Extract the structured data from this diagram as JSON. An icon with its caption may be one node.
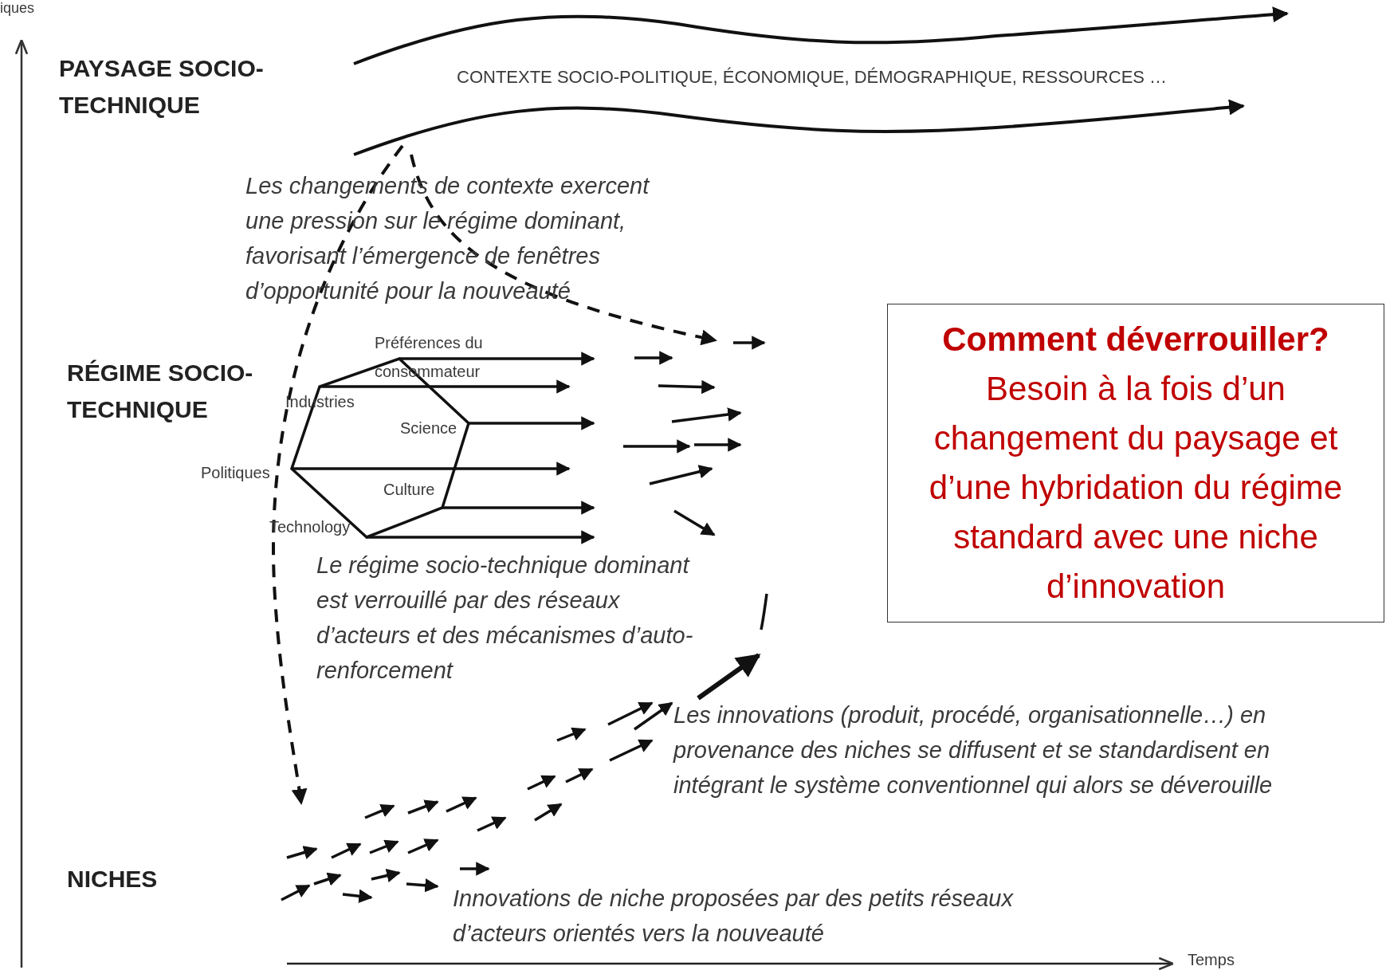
{
  "diagram": {
    "nodes": [
      {
        "text": [
          "Comment déverrouiller?",
          "Besoin à la fois d’un changement du paysage et d’une hybridation du régime standard avec une niche d’innovation"
        ]
      }
    ],
    "labels": [
      "iques",
      "PAYSAGE SOCIO- TECHNIQUE",
      "CONTEXTE SOCIO-POLITIQUE, ÉCONOMIQUE, DÉMOGRAPHIQUE, RESSOURCES …",
      "Les changements de contexte exercent une pression sur le régime dominant, favorisant l’émergence de fenêtres d’opportunité pour la nouveauté",
      "RÉGIME SOCIO- TECHNIQUE",
      "Préférences du consommateur",
      "Industries",
      "Science",
      "Politiques",
      "Culture",
      "Technology",
      "Le régime socio-technique dominant est verrouillé par des réseaux d’acteurs et des mécanismes d’auto-renforcement",
      "Les innovations (produit, procédé, organisationnelle…) en provenance des niches se diffusent et se standardisent en intégrant le système conventionnel qui alors se déverouille",
      "NICHES",
      "Innovations de niche proposées par des petits réseaux d’acteurs orientés vers la nouveauté",
      "Temps"
    ]
  }
}
